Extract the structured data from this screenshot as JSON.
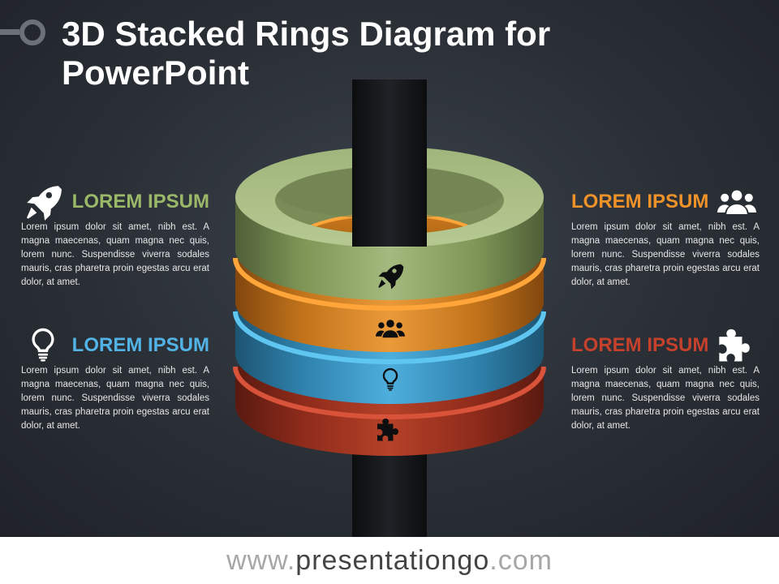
{
  "title": {
    "line1": "3D Stacked Rings Diagram for",
    "line2": "PowerPoint"
  },
  "colors": {
    "green": "#8fa56a",
    "orange": "#e68a1e",
    "blue": "#3c98c8",
    "red": "#a2321f",
    "orange_text": "#f0922a",
    "blue_text": "#52b3e6",
    "red_text": "#c6412c",
    "green_text": "#9ab868"
  },
  "items": [
    {
      "heading": "LOREM IPSUM",
      "icon": "rocket-icon",
      "body": "Lorem ipsum dolor sit amet, nibh est. A magna maecenas, quam magna nec quis, lorem nunc. Suspendisse viverra sodales mauris, cras pharetra proin egestas arcu erat dolor, at amet."
    },
    {
      "heading": "LOREM IPSUM",
      "icon": "team-icon",
      "body": "Lorem ipsum dolor sit amet, nibh est. A magna maecenas, quam magna nec quis, lorem nunc. Suspendisse viverra sodales mauris, cras pharetra proin egestas arcu erat dolor, at amet."
    },
    {
      "heading": "LOREM IPSUM",
      "icon": "lightbulb-icon",
      "body": "Lorem ipsum dolor sit amet, nibh est. A magna maecenas, quam magna nec quis, lorem nunc. Suspendisse viverra sodales mauris, cras pharetra proin egestas arcu erat dolor, at amet."
    },
    {
      "heading": "LOREM IPSUM",
      "icon": "puzzle-icon",
      "body": "Lorem ipsum dolor sit amet, nibh est. A magna maecenas, quam magna nec quis, lorem nunc. Suspendisse viverra sodales mauris, cras pharetra proin egestas arcu erat dolor, at amet."
    }
  ],
  "footer": {
    "prefix": "www.",
    "brand": "presentationgo",
    "suffix": ".com"
  }
}
